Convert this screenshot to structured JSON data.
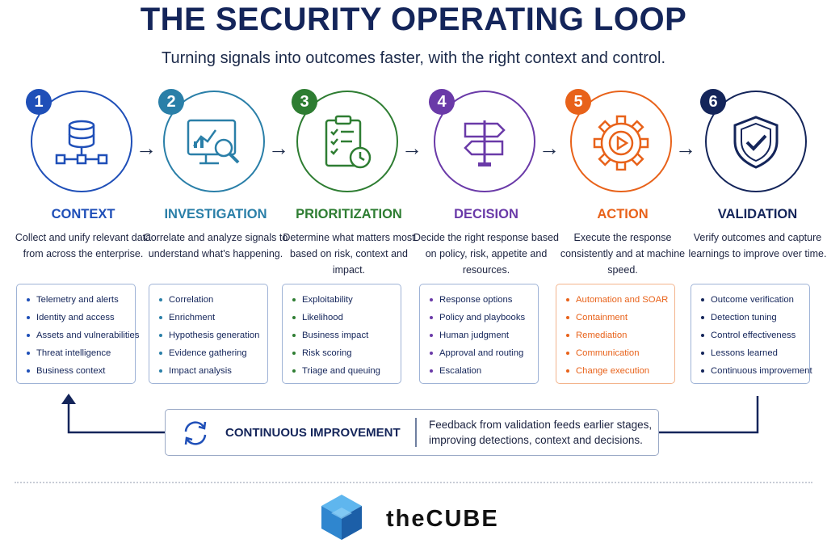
{
  "title": "THE SECURITY OPERATING LOOP",
  "subtitle": "Turning signals into outcomes faster, with the right context and control.",
  "stages": [
    {
      "number": "1",
      "heading": "CONTEXT",
      "color": "#1f4fb8",
      "icon": "database-network-icon",
      "description": "Collect and unify relevant data from across the enterprise.",
      "items": [
        "Telemetry and alerts",
        "Identity and access",
        "Assets and vulnerabilities",
        "Threat intelligence",
        "Business context"
      ]
    },
    {
      "number": "2",
      "heading": "INVESTIGATION",
      "color": "#2a7fa8",
      "icon": "monitor-analysis-icon",
      "description": "Correlate and analyze signals to understand what's happening.",
      "items": [
        "Correlation",
        "Enrichment",
        "Hypothesis generation",
        "Evidence gathering",
        "Impact analysis"
      ]
    },
    {
      "number": "3",
      "heading": "PRIORITIZATION",
      "color": "#2e7d32",
      "icon": "clipboard-checklist-icon",
      "description": "Determine what matters most based on risk, context and impact.",
      "items": [
        "Exploitability",
        "Likelihood",
        "Business impact",
        "Risk scoring",
        "Triage and queuing"
      ]
    },
    {
      "number": "4",
      "heading": "DECISION",
      "color": "#6a3aa8",
      "icon": "signpost-icon",
      "description": "Decide the right response based on policy, risk, appetite and resources.",
      "items": [
        "Response options",
        "Policy and playbooks",
        "Human judgment",
        "Approval and routing",
        "Escalation"
      ]
    },
    {
      "number": "5",
      "heading": "ACTION",
      "color": "#e8621a",
      "icon": "gear-play-icon",
      "description": "Execute the response consistently and at machine speed.",
      "items": [
        "Automation and SOAR",
        "Containment",
        "Remediation",
        "Communication",
        "Change execution"
      ]
    },
    {
      "number": "6",
      "heading": "VALIDATION",
      "color": "#14255a",
      "icon": "shield-check-icon",
      "description": "Verify outcomes and capture learnings to improve over time.",
      "items": [
        "Outcome verification",
        "Detection tuning",
        "Control effectiveness",
        "Lessons learned",
        "Continuous improvement"
      ]
    }
  ],
  "arrow_glyph": "→",
  "feedback": {
    "title": "CONTINUOUS IMPROVEMENT",
    "text": "Feedback from validation feeds earlier stages, improving detections, context and decisions."
  },
  "brand": {
    "name": "theCUBE",
    "color": "#3a8fd6"
  }
}
